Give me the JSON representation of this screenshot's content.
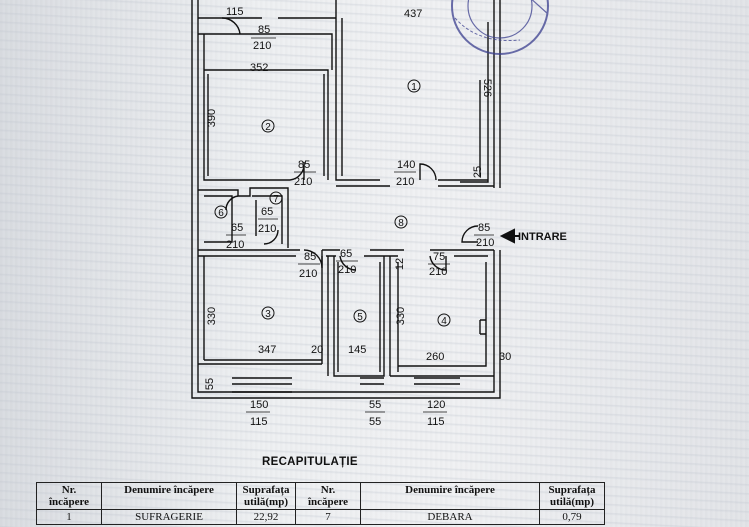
{
  "plan": {
    "top_dims": {
      "w115": "115",
      "w85_top": "85",
      "h210_top": "210",
      "w437": "437",
      "w352": "352"
    },
    "left_dims": {
      "h390": "390",
      "h330": "330",
      "h55": "55"
    },
    "right_dims": {
      "h526": "526",
      "w25": "25",
      "w30": "30"
    },
    "doors": [
      {
        "w": "85",
        "h": "210"
      },
      {
        "w": "140",
        "h": "210"
      },
      {
        "w": "65",
        "h": "210"
      },
      {
        "w": "65",
        "h": "210"
      },
      {
        "w": "85",
        "h": "210"
      },
      {
        "w": "65",
        "h": "210"
      },
      {
        "w": "75",
        "h": "210"
      },
      {
        "w": "85",
        "h": "210"
      }
    ],
    "room_numbers": [
      "1",
      "2",
      "3",
      "4",
      "5",
      "6",
      "7",
      "8"
    ],
    "inner_dims": {
      "w347": "347",
      "w20": "20",
      "w145": "145",
      "w260": "260",
      "h330_mid": "330",
      "h12": "12"
    },
    "windows": [
      {
        "w": "150",
        "h": "115"
      },
      {
        "w": "55",
        "h": "55"
      },
      {
        "w": "120",
        "h": "115"
      }
    ],
    "entrance_label": "INTRARE"
  },
  "recap": {
    "title": "RECAPITULAȚIE",
    "headers": {
      "nr": "Nr. încăpere",
      "name": "Denumire încăpere",
      "area": "Suprafața utilă(mp)"
    },
    "rows": [
      {
        "nr": "1",
        "name": "SUFRAGERIE",
        "area": "22,92",
        "nr2": "7",
        "name2": "DEBARA",
        "area2": "0,79"
      }
    ]
  },
  "colors": {
    "ink": "#111111",
    "paper": "#eef0f2",
    "stamp": "#3b3f8f"
  }
}
